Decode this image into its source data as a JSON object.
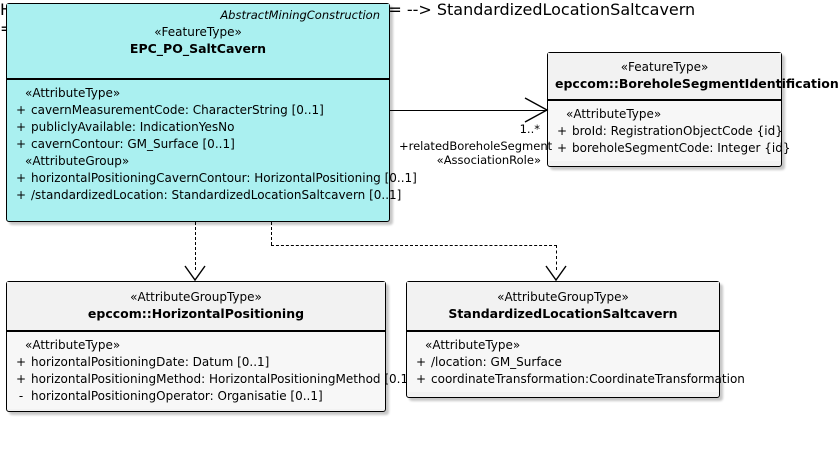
{
  "diagram": {
    "type": "uml-class-diagram",
    "background": "#ffffff",
    "highlight_color": "#aaf0f0",
    "plain_color": "#f2f2f2"
  },
  "classes": [
    {
      "id": "saltcavern",
      "package": "AbstractMiningConstruction",
      "stereotype": "«FeatureType»",
      "name": "EPC_PO_SaltCavern",
      "compartments": [
        {
          "label": "«AttributeType»",
          "attributes": [
            {
              "visibility": "+",
              "text": "cavernMeasurementCode: CharacterString [0..1]"
            },
            {
              "visibility": "+",
              "text": "publiclyAvailable: IndicationYesNo"
            },
            {
              "visibility": "+",
              "text": "cavernContour: GM_Surface [0..1]"
            }
          ]
        },
        {
          "label": "«AttributeGroup»",
          "attributes": [
            {
              "visibility": "+",
              "text": "horizontalPositioningCavernContour: HorizontalPositioning [0..1]"
            },
            {
              "visibility": "+",
              "text": "/standardizedLocation: StandardizedLocationSaltcavern [0..1]"
            }
          ]
        }
      ]
    },
    {
      "id": "boreholesegment",
      "package": "",
      "stereotype": "«FeatureType»",
      "name": "epccom::BoreholeSegmentIdentification",
      "compartments": [
        {
          "label": "«AttributeType»",
          "attributes": [
            {
              "visibility": "+",
              "text": "broId: RegistrationObjectCode {id}"
            },
            {
              "visibility": "+",
              "text": "boreholeSegmentCode: Integer {id}"
            }
          ]
        }
      ]
    },
    {
      "id": "horizontalpositioning",
      "package": "",
      "stereotype": "«AttributeGroupType»",
      "name": "epccom::HorizontalPositioning",
      "compartments": [
        {
          "label": "«AttributeType»",
          "attributes": [
            {
              "visibility": "+",
              "text": "horizontalPositioningDate: Datum [0..1]"
            },
            {
              "visibility": "+",
              "text": "horizontalPositioningMethod: HorizontalPositioningMethod [0.1]"
            },
            {
              "visibility": "-",
              "text": "horizontalPositioningOperator: Organisatie [0..1]"
            }
          ]
        }
      ]
    },
    {
      "id": "standardizedlocation",
      "package": "",
      "stereotype": "«AttributeGroupType»",
      "name": "StandardizedLocationSaltcavern",
      "compartments": [
        {
          "label": "«AttributeType»",
          "attributes": [
            {
              "visibility": "+",
              "text": "/location: GM_Surface"
            },
            {
              "visibility": "+",
              "text": "coordinateTransformation:CoordinateTransformation"
            }
          ]
        }
      ]
    }
  ],
  "connectors": {
    "association": {
      "multiplicity": "1..*",
      "role_name": "+relatedBoreholeSegment",
      "stereotype": "«AssociationRole»",
      "style": "solid",
      "arrow": "open"
    },
    "dependency_left": {
      "style": "dashed",
      "arrow": "open"
    },
    "dependency_right": {
      "style": "dashed",
      "arrow": "open"
    }
  }
}
